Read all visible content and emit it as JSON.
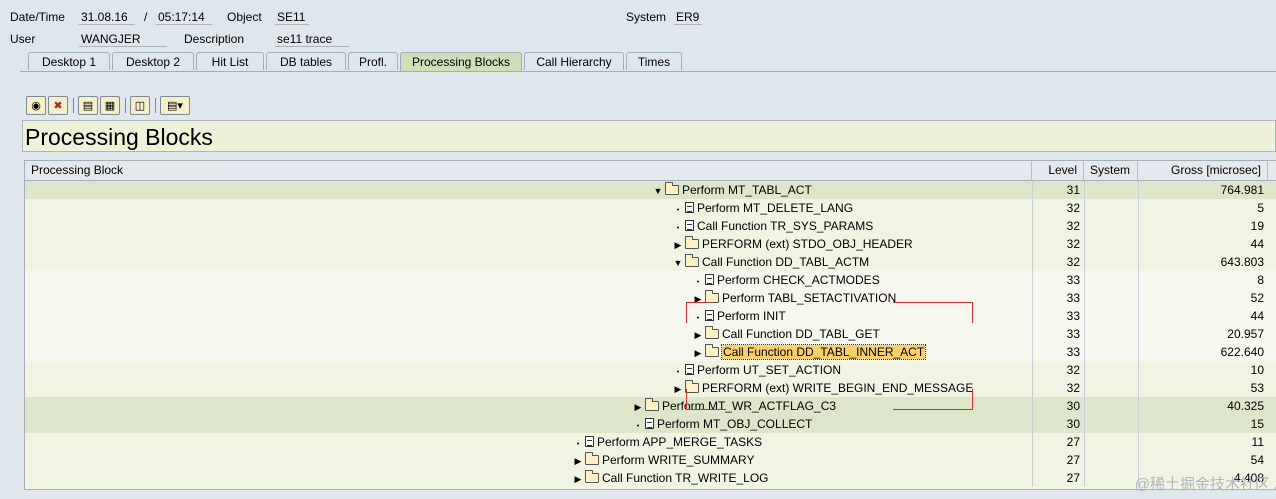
{
  "header": {
    "datetime_label": "Date/Time",
    "date": "31.08.16",
    "slash": "/",
    "time": "05:17:14",
    "object_label": "Object",
    "object": "SE11",
    "system_label": "System",
    "system": "ER9",
    "user_label": "User",
    "user": "WANGJER",
    "description_label": "Description",
    "description": "se11 trace"
  },
  "tabs": [
    "Desktop 1",
    "Desktop 2",
    "Hit List",
    "DB tables",
    "Profl.",
    "Processing Blocks",
    "Call Hierarchy",
    "Times"
  ],
  "active_tab": "Processing Blocks",
  "toolbar": {
    "icons": [
      "binoculars-icon",
      "cancel-icon",
      "expand-icon",
      "collapse-icon",
      "columns-icon",
      "layout-icon"
    ]
  },
  "page_title": "Processing Blocks",
  "grid": {
    "columns": [
      "Processing Block",
      "Level",
      "System",
      "Gross [microsec]"
    ],
    "rows": [
      {
        "name": "Perform MT_TABL_ACT",
        "level": "31",
        "gross": "764.981",
        "icon": "folder-open",
        "expander": "expanded"
      },
      {
        "name": "Perform MT_DELETE_LANG",
        "level": "32",
        "gross": "5",
        "icon": "document",
        "expander": "leaf"
      },
      {
        "name": "Call Function TR_SYS_PARAMS",
        "level": "32",
        "gross": "19",
        "icon": "document",
        "expander": "leaf"
      },
      {
        "name": "PERFORM (ext) STDO_OBJ_HEADER",
        "level": "32",
        "gross": "44",
        "icon": "folder",
        "expander": "collapsed"
      },
      {
        "name": "Call Function DD_TABL_ACTM",
        "level": "32",
        "gross": "643.803",
        "icon": "folder-open",
        "expander": "expanded"
      },
      {
        "name": "Perform CHECK_ACTMODES",
        "level": "33",
        "gross": "8",
        "icon": "document",
        "expander": "leaf"
      },
      {
        "name": "Perform TABL_SETACTIVATION",
        "level": "33",
        "gross": "52",
        "icon": "folder",
        "expander": "collapsed"
      },
      {
        "name": "Perform INIT",
        "level": "33",
        "gross": "44",
        "icon": "document",
        "expander": "leaf"
      },
      {
        "name": "Call Function DD_TABL_GET",
        "level": "33",
        "gross": "20.957",
        "icon": "folder",
        "expander": "collapsed"
      },
      {
        "name": "Call Function DD_TABL_INNER_ACT",
        "level": "33",
        "gross": "622.640",
        "icon": "folder",
        "expander": "collapsed",
        "selected": true
      },
      {
        "name": "Perform UT_SET_ACTION",
        "level": "32",
        "gross": "10",
        "icon": "document",
        "expander": "leaf"
      },
      {
        "name": "PERFORM (ext) WRITE_BEGIN_END_MESSAGE",
        "level": "32",
        "gross": "53",
        "icon": "folder",
        "expander": "collapsed"
      },
      {
        "name": "Perform MT_WR_ACTFLAG_C3",
        "level": "30",
        "gross": "40.325",
        "icon": "folder",
        "expander": "collapsed"
      },
      {
        "name": "Perform MT_OBJ_COLLECT",
        "level": "30",
        "gross": "15",
        "icon": "document",
        "expander": "leaf"
      },
      {
        "name": "Perform APP_MERGE_TASKS",
        "level": "27",
        "gross": "11",
        "icon": "document",
        "expander": "leaf"
      },
      {
        "name": "Perform WRITE_SUMMARY",
        "level": "27",
        "gross": "54",
        "icon": "folder",
        "expander": "collapsed"
      },
      {
        "name": "Call Function TR_WRITE_LOG",
        "level": "27",
        "gross": "4.408",
        "icon": "folder",
        "expander": "collapsed"
      }
    ]
  },
  "watermark": "@稀土掘金技术社区"
}
